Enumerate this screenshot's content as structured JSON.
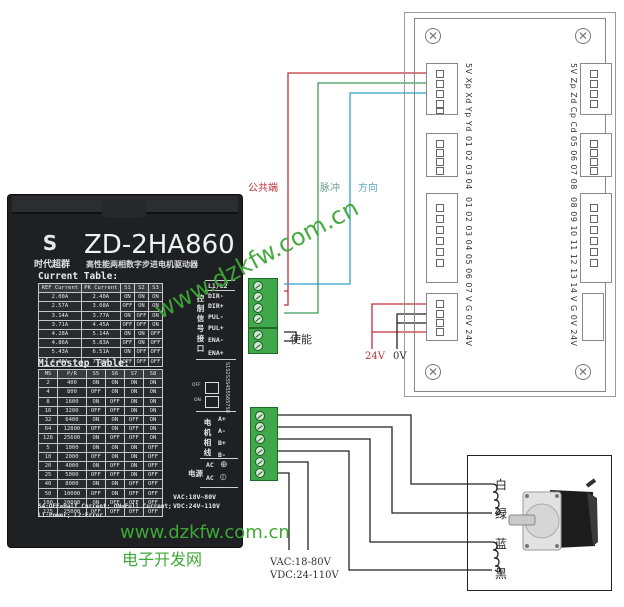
{
  "driver": {
    "brand_logo": "S",
    "brand_name": "时代超群",
    "model": "ZD-2HA860",
    "subtitle": "高性能两相数字步进电机驱动器",
    "current_table": {
      "title": "Current Table:",
      "headers": [
        "REF Current",
        "PK Current",
        "S1",
        "S2",
        "S3"
      ],
      "rows": [
        [
          "2.00A",
          "2.40A",
          "ON",
          "ON",
          "ON"
        ],
        [
          "2.57A",
          "3.08A",
          "OFF",
          "ON",
          "ON"
        ],
        [
          "3.14A",
          "3.77A",
          "ON",
          "OFF",
          "ON"
        ],
        [
          "3.71A",
          "4.45A",
          "OFF",
          "OFF",
          "ON"
        ],
        [
          "4.28A",
          "5.14A",
          "ON",
          "ON",
          "OFF"
        ],
        [
          "4.86A",
          "5.83A",
          "OFF",
          "ON",
          "OFF"
        ],
        [
          "5.43A",
          "6.51A",
          "ON",
          "OFF",
          "OFF"
        ],
        [
          "6.00A",
          "7.20A",
          "OFF",
          "OFF",
          "OFF"
        ]
      ]
    },
    "microstep_table": {
      "title": "Microstep Table:",
      "headers": [
        "MS",
        "P/R",
        "S5",
        "S6",
        "S7",
        "S8"
      ],
      "rows": [
        [
          "2",
          "400",
          "ON",
          "ON",
          "ON",
          "ON"
        ],
        [
          "4",
          "800",
          "OFF",
          "ON",
          "ON",
          "ON"
        ],
        [
          "8",
          "1600",
          "ON",
          "OFF",
          "ON",
          "ON"
        ],
        [
          "16",
          "3200",
          "OFF",
          "OFF",
          "ON",
          "ON"
        ],
        [
          "32",
          "6400",
          "ON",
          "ON",
          "OFF",
          "ON"
        ],
        [
          "64",
          "12800",
          "OFF",
          "ON",
          "OFF",
          "ON"
        ],
        [
          "128",
          "25600",
          "ON",
          "OFF",
          "OFF",
          "ON"
        ],
        [
          "5",
          "1000",
          "ON",
          "ON",
          "ON",
          "OFF"
        ],
        [
          "10",
          "2000",
          "OFF",
          "ON",
          "ON",
          "OFF"
        ],
        [
          "20",
          "4000",
          "ON",
          "OFF",
          "ON",
          "OFF"
        ],
        [
          "25",
          "5000",
          "OFF",
          "OFF",
          "ON",
          "OFF"
        ],
        [
          "40",
          "8000",
          "ON",
          "ON",
          "OFF",
          "OFF"
        ],
        [
          "50",
          "10000",
          "OFF",
          "ON",
          "OFF",
          "OFF"
        ],
        [
          "100",
          "20000",
          "ON",
          "OFF",
          "OFF",
          "OFF"
        ],
        [
          "125",
          "25000",
          "OFF",
          "OFF",
          "OFF",
          "OFF"
        ]
      ]
    },
    "notes": [
      "S4:OFF=Half Current; ON=Full Current;",
      "L1:Power;   L2:Error"
    ],
    "power_range": [
      "VAC:18V~80V",
      "VDC:24V~110V"
    ],
    "led_label": "L1/L2",
    "signal_terminals": [
      "DIR-",
      "DIR+",
      "PUL-",
      "PUL+",
      "ENA-",
      "ENA+"
    ],
    "signal_group_label": "控制信号接口",
    "switch_labels": {
      "off": "OFF",
      "on": "ON",
      "dip": "S1S2S3S4S5S6S7S8"
    },
    "motor_terminals": [
      "A+",
      "A-",
      "B+",
      "B-"
    ],
    "motor_group_label": "电机相线",
    "power_terminals": [
      "AC",
      "AC"
    ],
    "power_group_label": "电源"
  },
  "wiring": {
    "common_label": "公共端",
    "pulse_label": "脉冲",
    "direction_label": "方向",
    "enable_label": "使能",
    "supply_24v": "24V",
    "supply_0v": "0V",
    "psu_range": [
      "VAC:18-80V",
      "VDC:24-110V"
    ],
    "colors": {
      "common": "#c0303a",
      "pulse": "#3c9a5a",
      "direction": "#2f9fc8",
      "black": "#222222",
      "label_common": "#c0303a",
      "label_pulse": "#6fa08a",
      "label_direction": "#5fa8c8"
    }
  },
  "controller": {
    "connectors": [
      {
        "label": "5V Xp Xd Yp Yd"
      },
      {
        "label": "01 02 03 04"
      },
      {
        "label": "01 02 03 04 05 06 07"
      },
      {
        "label": "V  G  0V 24V"
      },
      {
        "label": "5V Zp Zd Cp Cd"
      },
      {
        "label": "05 06 07 08"
      },
      {
        "label": "08 09 10 11 12 13 14"
      },
      {
        "label": "V  G  0V 24V"
      }
    ]
  },
  "motor": {
    "coil_labels": [
      "白",
      "绿",
      "蓝",
      "黑"
    ]
  },
  "watermark": {
    "url": "www.dzkfw.com.cn",
    "site_name": "电子开发网",
    "color": "#3da836"
  }
}
